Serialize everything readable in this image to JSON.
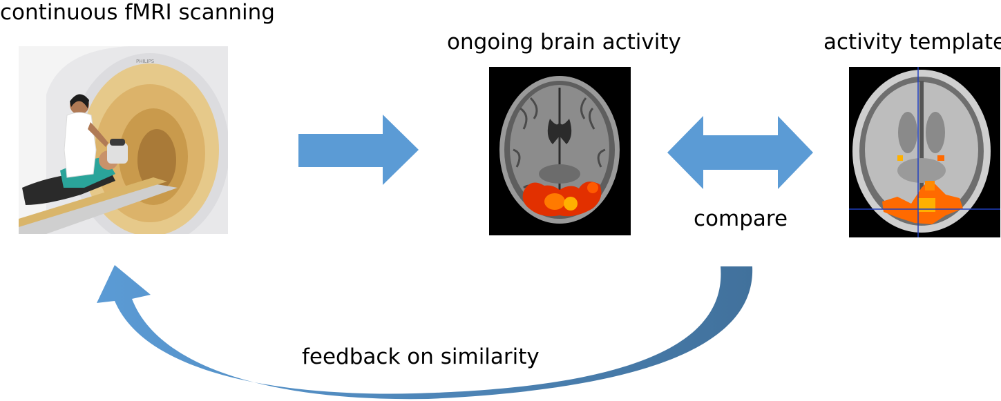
{
  "labels": {
    "scanning": "continuous fMRI scanning",
    "ongoing": "ongoing brain activity",
    "template": "activity template",
    "compare": "compare",
    "feedback": "feedback on similarity"
  },
  "photo": {
    "scanner_brand": "PHILIPS"
  },
  "colors": {
    "arrow_fill": "#5b9bd5",
    "arrow_dark": "#41719c",
    "activation_hot": "#ff3b00",
    "activation_warm": "#ffb000"
  },
  "icons": {
    "scan_to_activity": "arrow-right-icon",
    "compare": "double-arrow-icon",
    "feedback": "curved-arrow-icon"
  }
}
